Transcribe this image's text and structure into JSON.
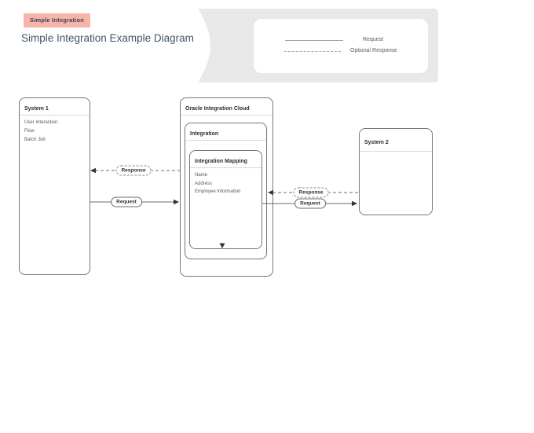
{
  "header": {
    "badge": "Simple Integration",
    "title": "Simple Integration Example Diagram"
  },
  "legend": {
    "request_label": "Request",
    "optional_response_label": "Optional Response"
  },
  "diagram": {
    "system1": {
      "title": "System 1",
      "items": [
        "User Interaction",
        "Flow",
        "Batch Job"
      ]
    },
    "oic": {
      "title": "Oracle Integration Cloud",
      "integration": {
        "title": "Integration",
        "mapping": {
          "title": "Integration Mapping",
          "items": [
            "Name",
            "Address",
            "Employee Information"
          ]
        }
      }
    },
    "system2": {
      "title": "System 2"
    },
    "arrows": {
      "left_response": "Response",
      "left_request": "Request",
      "right_response": "Response",
      "right_request": "Request"
    }
  },
  "colors": {
    "badge_bg": "#f8b4a8",
    "badge_text": "#33475b",
    "title_text": "#44546a",
    "box_border": "#767676",
    "backdrop_gray": "#e8e8e8",
    "arrow_stroke": "#6b6b6b"
  }
}
